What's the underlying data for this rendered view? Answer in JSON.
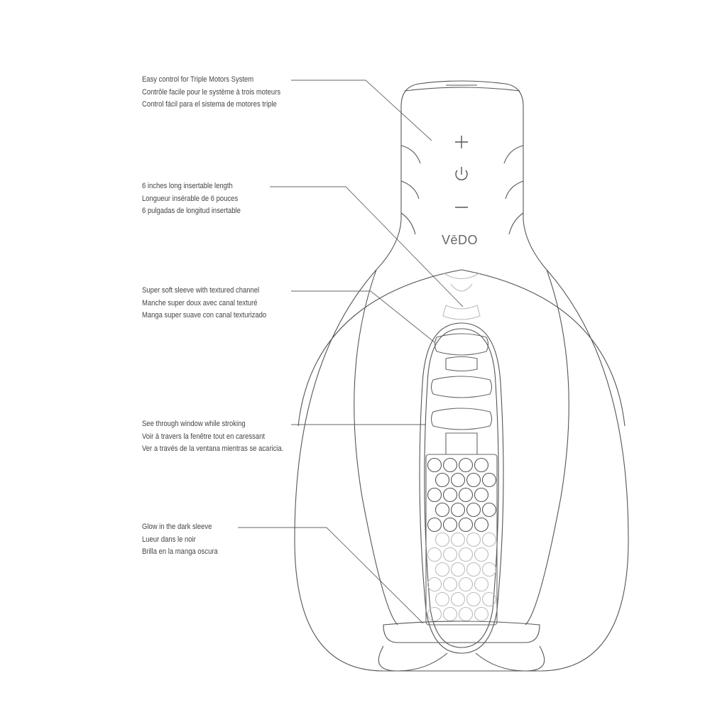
{
  "callouts": [
    {
      "en": "Easy control for Triple Motors System",
      "fr": "Contrôle facile pour le système à trois moteurs",
      "es": "Control fácil para el sistema de motores triple"
    },
    {
      "en": "6 inches long insertable length",
      "fr": "Longueur insérable de 6 pouces",
      "es": "6 pulgadas de longitud insertable"
    },
    {
      "en": "Super soft sleeve with textured channel",
      "fr": "Manche super doux avec canal texturé",
      "es": "Manga super suave con canal texturizado"
    },
    {
      "en": "See through window while stroking",
      "fr": "Voir à travers la fenêtre tout en caressant",
      "es": "Ver a través de la ventana mientras se acaricia."
    },
    {
      "en": "Glow in the dark sleeve",
      "fr": "Lueur dans le noir",
      "es": "Brilla en la manga oscura"
    }
  ],
  "device": {
    "brand_logo": "VēDO",
    "buttons": [
      "plus-icon",
      "power-icon",
      "minus-icon"
    ]
  },
  "colors": {
    "line": "#555555",
    "light_line": "#bbbbbb",
    "text": "#444444"
  }
}
